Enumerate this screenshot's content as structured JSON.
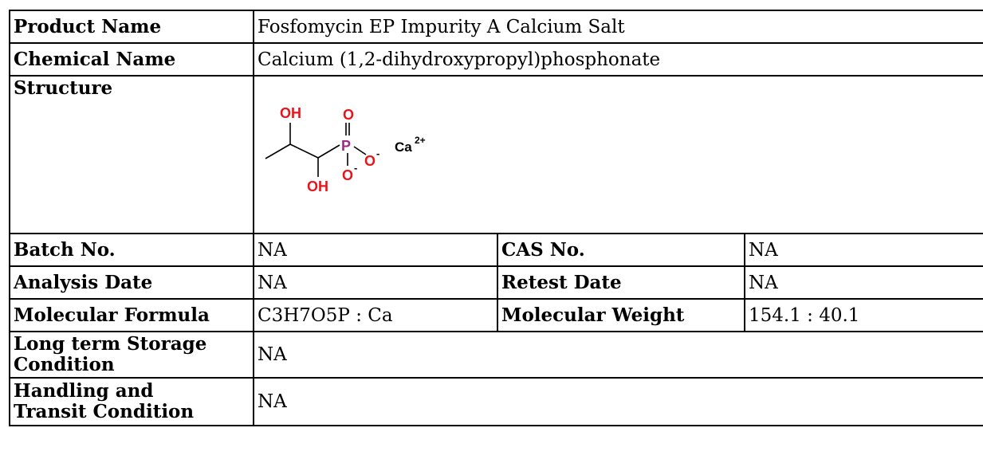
{
  "rows": {
    "product_name": {
      "label": "Product Name",
      "value": "Fosfomycin EP Impurity A Calcium Salt"
    },
    "chemical_name": {
      "label": "Chemical Name",
      "value": "Calcium (1,2-dihydroxypropyl)phosphonate"
    },
    "structure": {
      "label": "Structure",
      "atoms": {
        "oh_top": "OH",
        "o_double": "O",
        "p": "P",
        "o_minus_right": "O",
        "o_minus_bottom": "O",
        "minus": "-",
        "oh_bottom": "OH",
        "ca": "Ca",
        "ca_charge": "2+"
      },
      "colors": {
        "oxygen": "#e8141c",
        "phosphorus": "#9b2c8c",
        "bond": "#000000"
      }
    },
    "batch_no": {
      "label": "Batch No.",
      "value": "NA"
    },
    "cas_no": {
      "label": "CAS No.",
      "value": "NA"
    },
    "analysis_date": {
      "label": "Analysis Date",
      "value": "NA"
    },
    "retest_date": {
      "label": "Retest Date",
      "value": "NA"
    },
    "molecular_formula": {
      "label": "Molecular Formula",
      "value": "C3H7O5P : Ca"
    },
    "molecular_weight": {
      "label": "Molecular Weight",
      "value": "154.1 : 40.1"
    },
    "storage": {
      "label_line1": "Long term Storage",
      "label_line2": "Condition",
      "value": "NA"
    },
    "handling": {
      "label_line1": "Handling and",
      "label_line2": "Transit Condition",
      "value": "NA"
    }
  }
}
